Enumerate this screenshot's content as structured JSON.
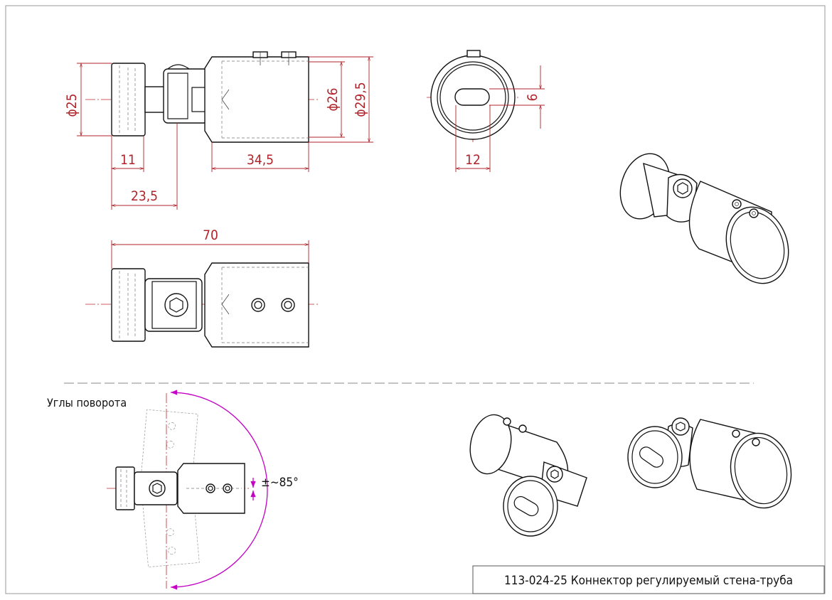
{
  "dimensions": {
    "d25": "ϕ25",
    "d26": "ϕ26",
    "d29_5": "ϕ29,5",
    "w11": "11",
    "w23_5": "23,5",
    "w34_5": "34,5",
    "slot_h": "6",
    "slot_w": "12",
    "total": "70"
  },
  "rotation": {
    "title": "Углы поворота",
    "angle": "±~85°"
  },
  "title_block": {
    "text": "113-024-25 Коннектор регулируемый стена-труба"
  },
  "colors": {
    "dimension": "#b0232a",
    "arc": "#c400c4",
    "outline": "#111111"
  }
}
